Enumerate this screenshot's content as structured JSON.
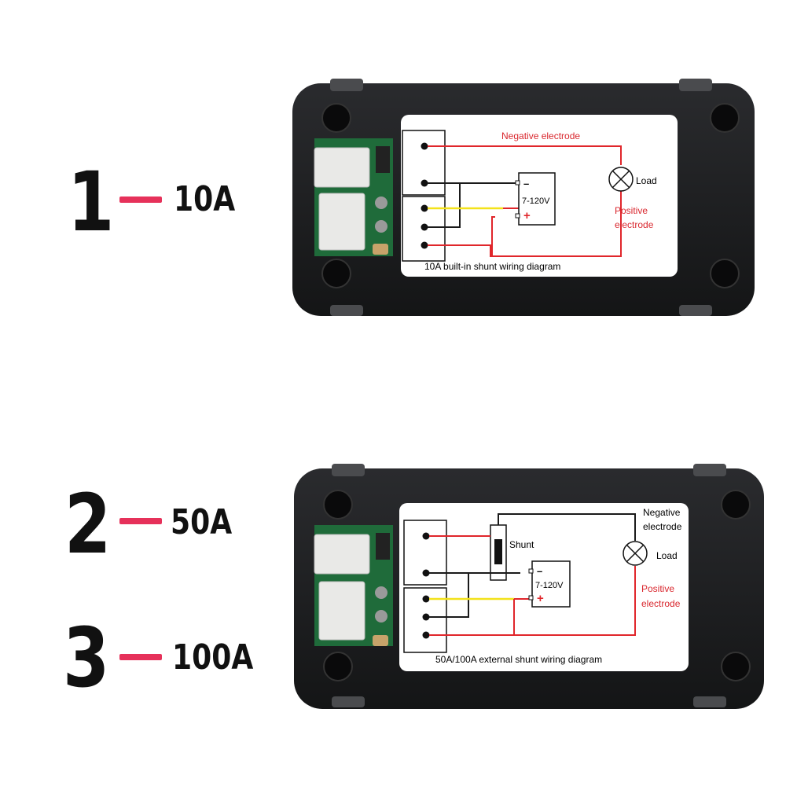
{
  "options": [
    {
      "number": "1",
      "rating": "10A"
    },
    {
      "number": "2",
      "rating": "50A"
    },
    {
      "number": "3",
      "rating": "100A"
    }
  ],
  "devices": {
    "top": {
      "caption": "10A built-in shunt wiring diagram",
      "negative_label": "Negative electrode",
      "positive_label_1": "Positive",
      "positive_label_2": "electrode",
      "load_label": "Load",
      "supply_voltage": "7-120V",
      "minus_sign": "–",
      "plus_sign": "+"
    },
    "bottom": {
      "caption": "50A/100A external shunt wiring diagram",
      "negative_label_1": "Negative",
      "negative_label_2": "electrode",
      "positive_label_1": "Positive",
      "positive_label_2": "electrode",
      "load_label": "Load",
      "shunt_label": "Shunt",
      "supply_voltage": "7-120V",
      "minus_sign": "–",
      "plus_sign": "+"
    }
  },
  "colors": {
    "accent_dash": "#e6315a",
    "negative_wire": "#e0262b",
    "positive_wire": "#e0262b",
    "signal_wire": "#f3e21a",
    "ground_wire": "#1a1a1a",
    "label_red": "#d9272e",
    "housing": "#1b1c1e",
    "pcb": "#1f6b3a"
  }
}
